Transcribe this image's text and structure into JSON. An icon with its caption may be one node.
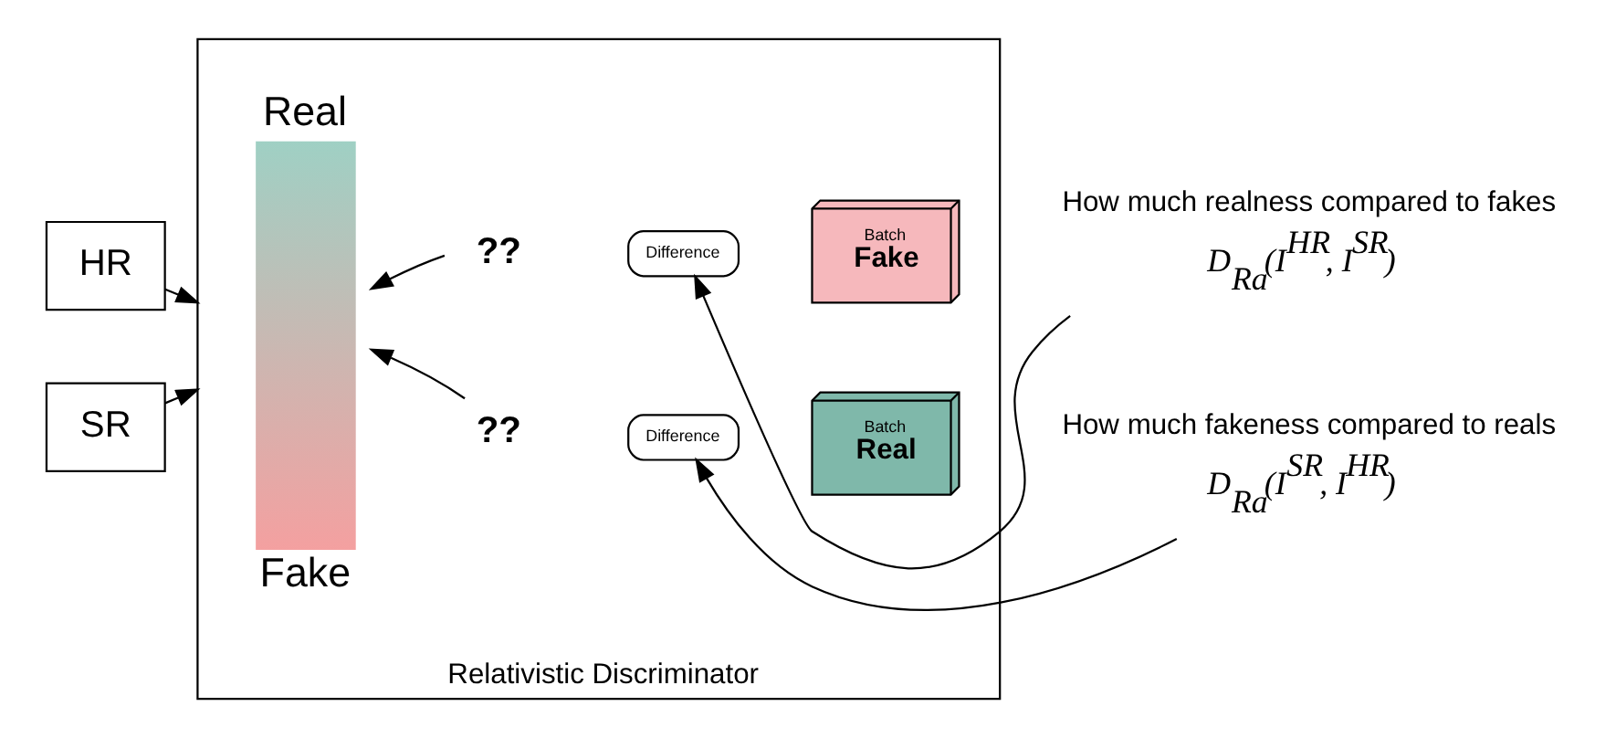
{
  "diagram": {
    "nodes": [
      {
        "text": [
          "Relativistic Discriminator"
        ]
      },
      {
        "text": [
          "HR"
        ]
      },
      {
        "text": [
          "SR"
        ]
      },
      {
        "text": [
          "Real",
          "Fake"
        ],
        "in": 0
      },
      {
        "text": [
          "??"
        ],
        "in": 0
      },
      {
        "text": [
          "Difference"
        ],
        "in": 0
      },
      {
        "text": [
          "Batch",
          "Fake"
        ],
        "in": 0
      },
      {
        "text": [
          "??"
        ],
        "in": 0
      },
      {
        "text": [
          "Difference"
        ],
        "in": 0
      },
      {
        "text": [
          "Batch",
          "Real"
        ],
        "in": 0
      },
      {
        "text": [
          "How much realness compared to fakes",
          "D$_{Ra}$(I$^{HR}$, I$^{SR}$)"
        ]
      },
      {
        "text": [
          "How much fakeness compared to reals",
          "D$_{Ra}$(I$^{SR}$, I$^{HR}$)"
        ]
      }
    ],
    "edges": [
      {
        "from": 1,
        "to": 0,
        "arrow": "to"
      },
      {
        "from": 2,
        "to": 0,
        "arrow": "to"
      },
      {
        "from": 4,
        "to": 3,
        "arrow": "to"
      },
      {
        "from": 7,
        "to": 3,
        "arrow": "to"
      },
      {
        "from": 10,
        "to": 5,
        "arrow": "to"
      },
      {
        "from": 11,
        "to": 8,
        "arrow": "to"
      }
    ]
  }
}
